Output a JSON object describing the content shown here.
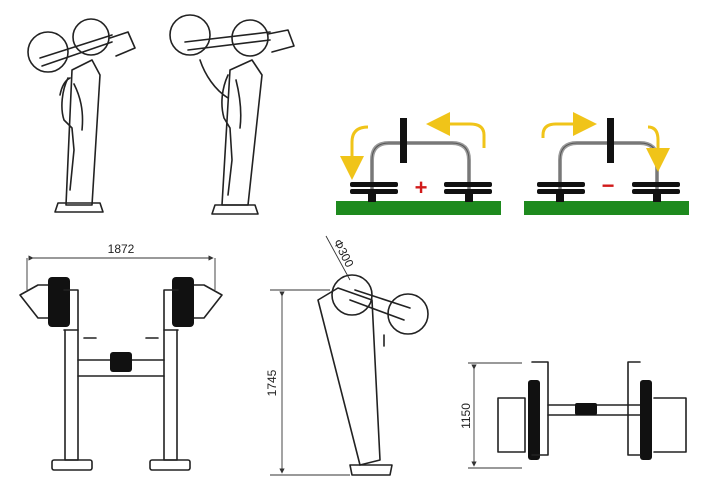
{
  "dimensions": {
    "width_label": "1872",
    "height_label": "1745",
    "wheel_label": "Φ300",
    "depth_label": "1150"
  },
  "resistance": {
    "increase_symbol": "+",
    "decrease_symbol": "−"
  },
  "colors": {
    "ground_green": "#1e8a1e",
    "arrow_yellow": "#f0c419",
    "sign_red": "#d11a1a",
    "line": "#222222",
    "bar_gray": "#9a9a9a"
  }
}
